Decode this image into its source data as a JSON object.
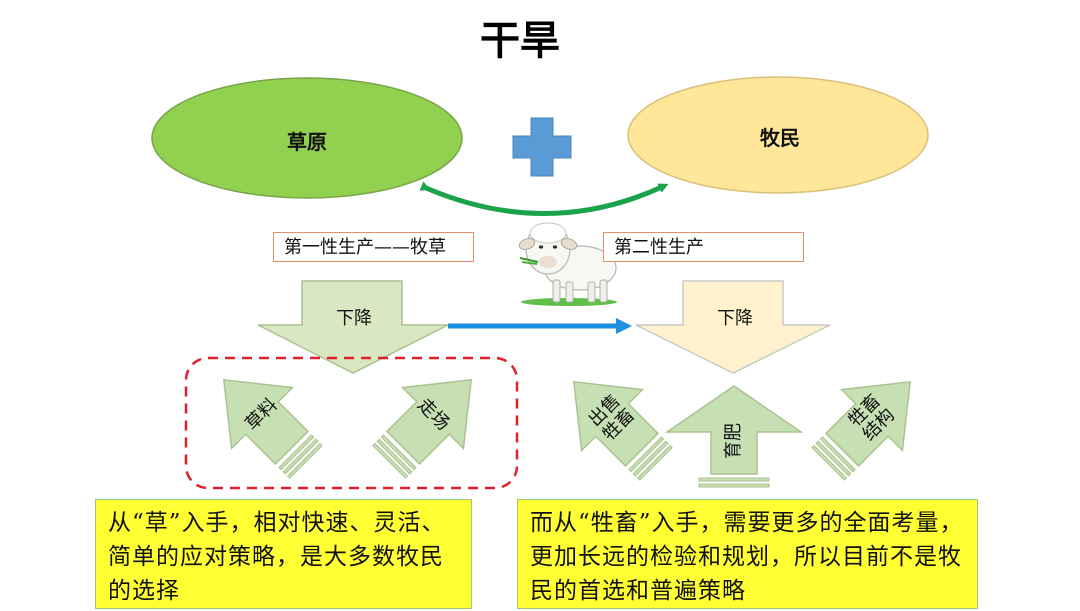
{
  "title": "干旱",
  "nodes": {
    "grassland": "草原",
    "herders": "牧民"
  },
  "labels": {
    "first_production": "第一性生产——牧草",
    "second_production": "第二性生产"
  },
  "down_arrows": {
    "left": "下降",
    "right": "下降"
  },
  "strategies": {
    "forage": "草料",
    "migration": "走场",
    "sell_livestock_line1": "出售",
    "sell_livestock_line2": "牲畜",
    "fattening": "育肥",
    "structure_line1": "牲畜",
    "structure_line2": "结构"
  },
  "notes": {
    "left": "从“草”入手，相对快速、灵活、简单的应对策略，是大多数牧民的选择",
    "right": "而从“牲畜”入手，需要更多的全面考量，更加长远的检验和规划，所以目前不是牧民的首选和普遍策略"
  },
  "colors": {
    "grassland_fill": "#92d050",
    "herders_fill": "#ffe699",
    "plus_fill": "#5b9bd5",
    "green_arrow": "#1aa34a",
    "blue_arrow": "#1e90e0",
    "left_arrow_fill": "#d9e8c3",
    "right_arrow_fill": "#fff2cc",
    "strategy_fill": "#c6e0b4",
    "dashed_border": "#e0202a",
    "note_fill": "#ffff33"
  }
}
